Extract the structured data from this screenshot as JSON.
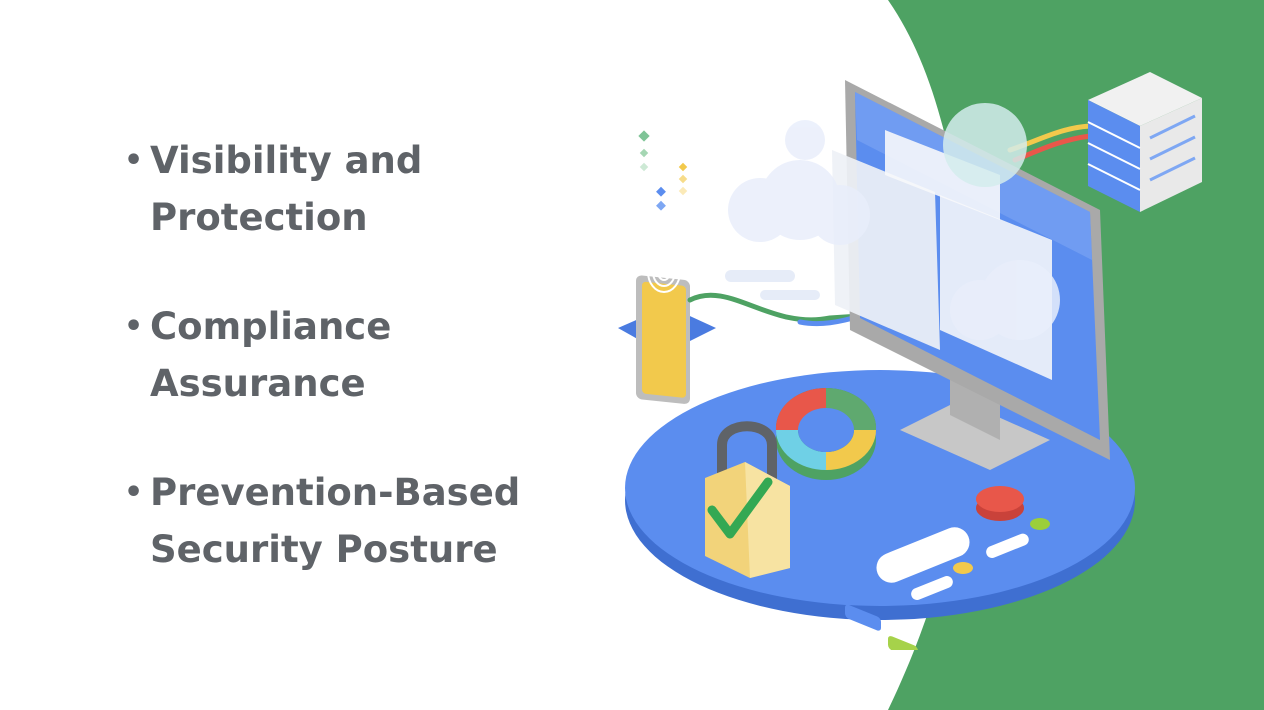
{
  "slide": {
    "bullets": [
      {
        "line1": "Visibility and",
        "line2": "Protection"
      },
      {
        "line1": "Compliance",
        "line2": "Assurance"
      },
      {
        "line1": "Prevention-Based",
        "line2": "Security Posture"
      }
    ]
  },
  "colors": {
    "text": "#5f6368",
    "green": "#4ea263",
    "blue": "#5b8def",
    "yellow": "#f2c94c",
    "red": "#e8574a"
  },
  "icons": [
    "fingerprint-icon",
    "checkmark-icon",
    "padlock-icon",
    "server-rack-icon",
    "cloud-icon",
    "monitor-icon",
    "donut-chart-icon",
    "phone-icon"
  ]
}
